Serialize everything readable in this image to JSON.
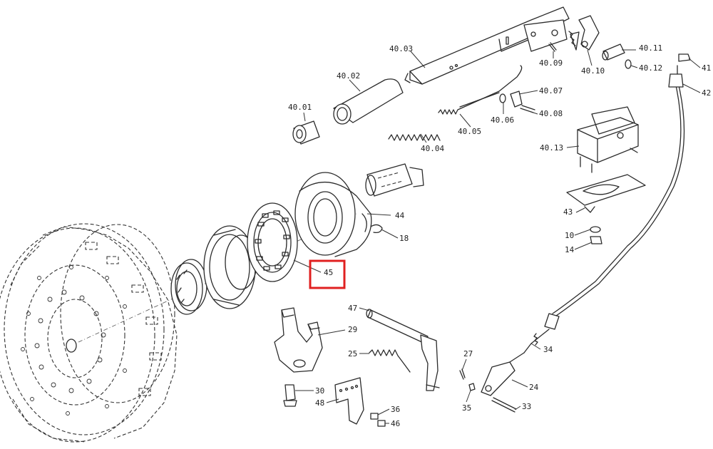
{
  "labels": {
    "p40_01": "40.01",
    "p40_02": "40.02",
    "p40_03": "40.03",
    "p40_04": "40.04",
    "p40_05": "40.05",
    "p40_06": "40.06",
    "p40_07": "40.07",
    "p40_08": "40.08",
    "p40_09": "40.09",
    "p40_10": "40.10",
    "p40_11": "40.11",
    "p40_12": "40.12",
    "p40_13": "40.13",
    "p41": "41",
    "p42": "42",
    "p43": "43",
    "p10": "10",
    "p14": "14",
    "p44": "44",
    "p18": "18",
    "p45": "45",
    "p47": "47",
    "p29": "29",
    "p25": "25",
    "p27": "27",
    "p34": "34",
    "p24": "24",
    "p30": "30",
    "p48": "48",
    "p36": "36",
    "p46": "46",
    "p35": "35",
    "p33": "33"
  },
  "highlight": {
    "part": "45",
    "color": "#e02020"
  }
}
